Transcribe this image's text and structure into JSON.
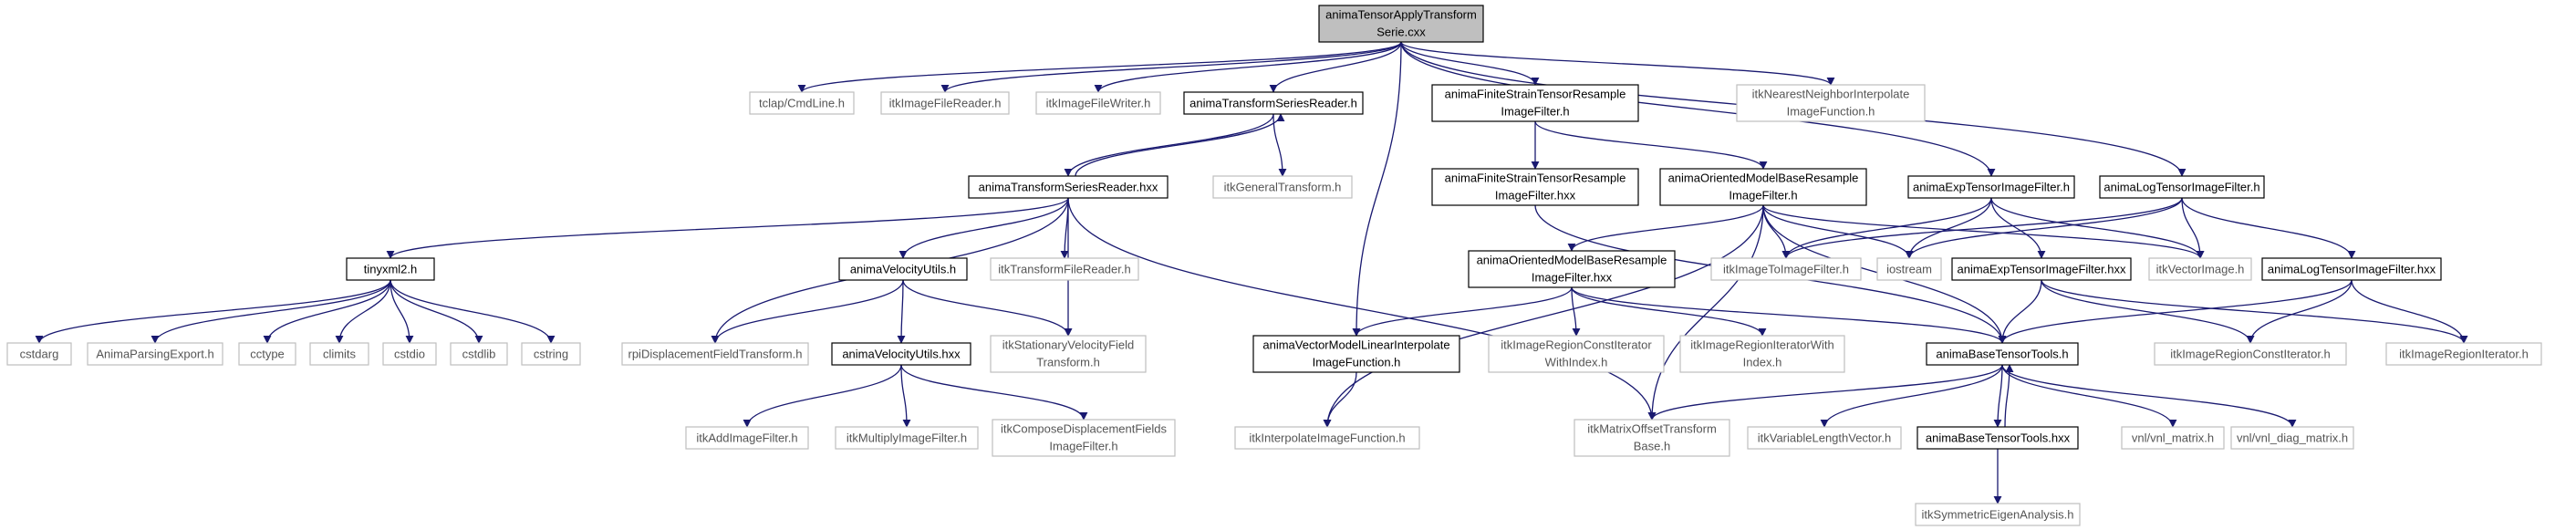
{
  "colors": {
    "edge": "#191970",
    "root_fill": "#bfbfbf",
    "ext_border": "#bfbfbf",
    "main_border": "#000000",
    "ext_text": "#555555"
  },
  "nodes": {
    "root": [
      "animaTensorApplyTransform",
      "Serie.cxx"
    ],
    "tclap": [
      "tclap/CmdLine.h"
    ],
    "itkImageFileReader": [
      "itkImageFileReader.h"
    ],
    "itkImageFileWriter": [
      "itkImageFileWriter.h"
    ],
    "animaTransformSeriesReader_h": [
      "animaTransformSeriesReader.h"
    ],
    "animaFiniteStrain_h": [
      "animaFiniteStrainTensorResample",
      "ImageFilter.h"
    ],
    "itkNearestNeighbor": [
      "itkNearestNeighborInterpolate",
      "ImageFunction.h"
    ],
    "animaTransformSeriesReader_hxx": [
      "animaTransformSeriesReader.hxx"
    ],
    "itkGeneralTransform": [
      "itkGeneralTransform.h"
    ],
    "animaFiniteStrain_hxx": [
      "animaFiniteStrainTensorResample",
      "ImageFilter.hxx"
    ],
    "animaOrientedModelBase_h": [
      "animaOrientedModelBaseResample",
      "ImageFilter.h"
    ],
    "animaExpTensor_h": [
      "animaExpTensorImageFilter.h"
    ],
    "animaLogTensor_h": [
      "animaLogTensorImageFilter.h"
    ],
    "tinyxml2": [
      "tinyxml2.h"
    ],
    "animaVelocityUtils_h": [
      "animaVelocityUtils.h"
    ],
    "itkTransformFileReader": [
      "itkTransformFileReader.h"
    ],
    "animaOrientedModelBase_hxx": [
      "animaOrientedModelBaseResample",
      "ImageFilter.hxx"
    ],
    "itkImageToImageFilter": [
      "itkImageToImageFilter.h"
    ],
    "iostream": [
      "iostream"
    ],
    "animaExpTensor_hxx": [
      "animaExpTensorImageFilter.hxx"
    ],
    "itkVectorImage": [
      "itkVectorImage.h"
    ],
    "animaLogTensor_hxx": [
      "animaLogTensorImageFilter.hxx"
    ],
    "cstdarg": [
      "cstdarg"
    ],
    "AnimaParsingExport": [
      "AnimaParsingExport.h"
    ],
    "cctype": [
      "cctype"
    ],
    "climits": [
      "climits"
    ],
    "cstdio": [
      "cstdio"
    ],
    "cstdlib": [
      "cstdlib"
    ],
    "cstring": [
      "cstring"
    ],
    "rpiDisplacement": [
      "rpiDisplacementFieldTransform.h"
    ],
    "animaVelocityUtils_hxx": [
      "animaVelocityUtils.hxx"
    ],
    "itkStationaryVelocity": [
      "itkStationaryVelocityField",
      "Transform.h"
    ],
    "animaVectorModel": [
      "animaVectorModelLinearInterpolate",
      "ImageFunction.h"
    ],
    "itkImageRegionConstIteratorWithIndex": [
      "itkImageRegionConstIterator",
      "WithIndex.h"
    ],
    "itkImageRegionIteratorWithIndex": [
      "itkImageRegionIteratorWith",
      "Index.h"
    ],
    "animaBaseTensorTools_h": [
      "animaBaseTensorTools.h"
    ],
    "itkImageRegionConstIterator": [
      "itkImageRegionConstIterator.h"
    ],
    "itkImageRegionIterator": [
      "itkImageRegionIterator.h"
    ],
    "itkAddImageFilter": [
      "itkAddImageFilter.h"
    ],
    "itkMultiplyImageFilter": [
      "itkMultiplyImageFilter.h"
    ],
    "itkComposeDisplacement": [
      "itkComposeDisplacementFields",
      "ImageFilter.h"
    ],
    "itkInterpolateImageFunction": [
      "itkInterpolateImageFunction.h"
    ],
    "itkMatrixOffsetTransformBase": [
      "itkMatrixOffsetTransform",
      "Base.h"
    ],
    "itkVariableLengthVector": [
      "itkVariableLengthVector.h"
    ],
    "animaBaseTensorTools_hxx": [
      "animaBaseTensorTools.hxx"
    ],
    "vnl_matrix": [
      "vnl/vnl_matrix.h"
    ],
    "vnl_diag_matrix": [
      "vnl/vnl_diag_matrix.h"
    ],
    "itkSymmetricEigenAnalysis": [
      "itkSymmetricEigenAnalysis.h"
    ]
  }
}
